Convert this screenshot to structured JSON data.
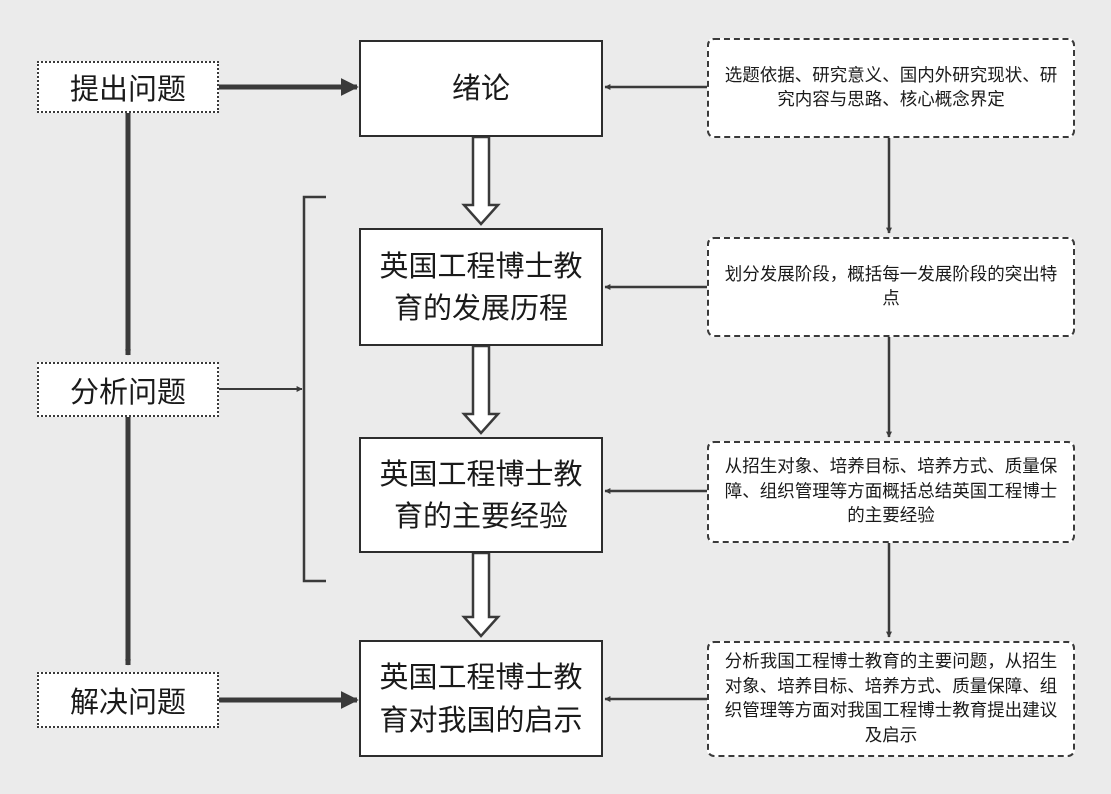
{
  "phases": {
    "raise": "提出问题",
    "analyze": "分析问题",
    "solve": "解决问题"
  },
  "stages": {
    "intro": "绪论",
    "history": "英国工程博士教育的发展历程",
    "experience": "英国工程博士教育的主要经验",
    "implications": "英国工程博士教育对我国的启示"
  },
  "notes": {
    "intro": "选题依据、研究意义、国内外研究现状、研究内容与思路、核心概念界定",
    "history": "划分发展阶段，概括每一发展阶段的突出特点",
    "experience": "从招生对象、培养目标、培养方式、质量保障、组织管理等方面概括总结英国工程博士的主要经验",
    "implications": "分析我国工程博士教育的主要问题，从招生对象、培养目标、培养方式、质量保障、组织管理等方面对我国工程博士教育提出建议及启示"
  },
  "colors": {
    "background": "#ebebeb",
    "box_fill": "#ffffff",
    "stroke": "#3a3a3a"
  }
}
